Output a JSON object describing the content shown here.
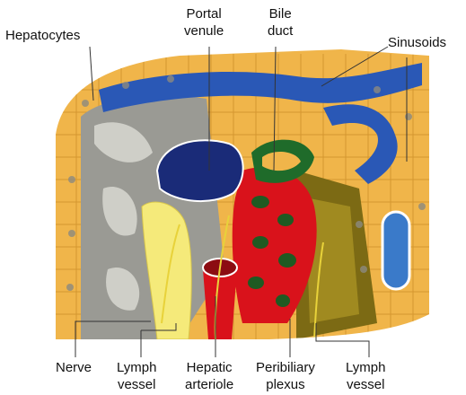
{
  "labels": {
    "hepatocytes": "Hepatocytes",
    "portal_venule_1": "Portal",
    "portal_venule_2": "venule",
    "bile_duct_1": "Bile",
    "bile_duct_2": "duct",
    "sinusoids": "Sinusoids",
    "nerve": "Nerve",
    "lymph_vessel_left_1": "Lymph",
    "lymph_vessel_left_2": "vessel",
    "hepatic_arteriole_1": "Hepatic",
    "hepatic_arteriole_2": "arteriole",
    "peribiliary_plexus_1": "Peribiliary",
    "peribiliary_plexus_2": "plexus",
    "lymph_vessel_right_1": "Lymph",
    "lymph_vessel_right_2": "vessel"
  },
  "colors": {
    "hepatocyte_tan": "#f0b54a",
    "portal_blue": "#1a2b78",
    "artery_red": "#d9121b",
    "lymph_yellow": "#f5ea7a",
    "bile_green": "#1f6b2a",
    "connective_gray": "#9a9a94"
  }
}
